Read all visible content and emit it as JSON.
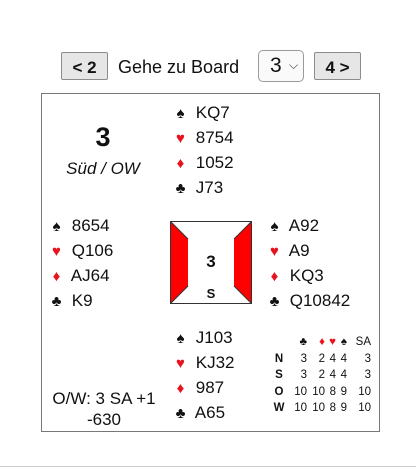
{
  "nav": {
    "prev_label": "< 2",
    "goto_label": "Gehe zu Board",
    "selected_board": "3",
    "next_label": "4 >"
  },
  "board": {
    "number": "3",
    "dealer_vul": "Süd / OW"
  },
  "hands": {
    "north": {
      "spades": "KQ7",
      "hearts": "8754",
      "diamonds": "1052",
      "clubs": "J73"
    },
    "west": {
      "spades": "8654",
      "hearts": "Q106",
      "diamonds": "AJ64",
      "clubs": "K9"
    },
    "east": {
      "spades": "A92",
      "hearts": "A9",
      "diamonds": "KQ3",
      "clubs": "Q10842"
    },
    "south": {
      "spades": "J103",
      "hearts": "KJ32",
      "diamonds": "987",
      "clubs": "A65"
    }
  },
  "suit_symbols": {
    "spades": "♠",
    "hearts": "♥",
    "diamonds": "♦",
    "clubs": "♣"
  },
  "compass": {
    "number": "3",
    "dealer": "S",
    "vul_color": "#ff0000"
  },
  "contract": {
    "text": "O/W: 3 SA +1",
    "score": "-630"
  },
  "tricks_table": {
    "headers": [
      "♣",
      "♦",
      "♥",
      "♠",
      "SA"
    ],
    "rows": [
      {
        "seat": "N",
        "values": [
          "3",
          "2",
          "4",
          "4",
          "3"
        ]
      },
      {
        "seat": "S",
        "values": [
          "3",
          "2",
          "4",
          "4",
          "3"
        ]
      },
      {
        "seat": "O",
        "values": [
          "10",
          "10",
          "8",
          "9",
          "10"
        ]
      },
      {
        "seat": "W",
        "values": [
          "10",
          "10",
          "8",
          "9",
          "10"
        ]
      }
    ]
  },
  "colors": {
    "red_suit": "#e8131e",
    "vulnerable": "#ff0000"
  }
}
